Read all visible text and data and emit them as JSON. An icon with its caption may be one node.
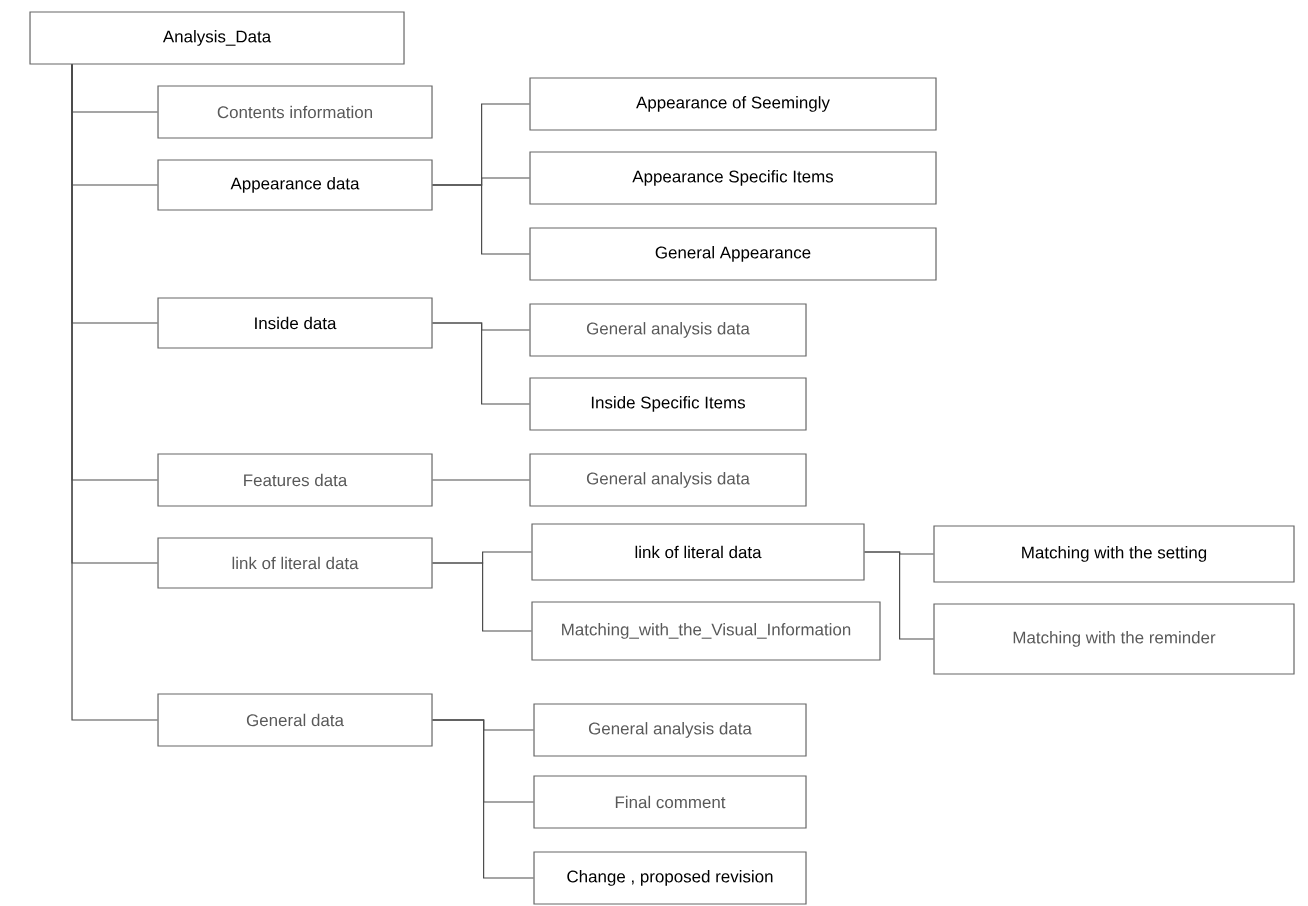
{
  "diagram": {
    "nodes": [
      {
        "text": [
          "Analysis_Data"
        ]
      },
      {
        "text": [
          "Contents information"
        ]
      },
      {
        "text": [
          "Appearance data"
        ]
      },
      {
        "text": [
          "Appearance of Seemingly"
        ]
      },
      {
        "text": [
          "Appearance Specific Items"
        ]
      },
      {
        "text": [
          "General Appearance"
        ]
      },
      {
        "text": [
          "Inside data"
        ]
      },
      {
        "text": [
          "General analysis data"
        ]
      },
      {
        "text": [
          "Inside Specific Items"
        ]
      },
      {
        "text": [
          "Features data"
        ]
      },
      {
        "text": [
          "General analysis data"
        ]
      },
      {
        "text": [
          "link of literal data"
        ]
      },
      {
        "text": [
          "link of literal data"
        ]
      },
      {
        "text": [
          "Matching_with_the_Visual_Information"
        ]
      },
      {
        "text": [
          "Matching with the setting"
        ]
      },
      {
        "text": [
          "Matching with the reminder"
        ]
      },
      {
        "text": [
          "General data"
        ]
      },
      {
        "text": [
          "General analysis data"
        ]
      },
      {
        "text": [
          "Final comment"
        ]
      },
      {
        "text": [
          "Change , proposed revision"
        ]
      }
    ],
    "edges": [
      {
        "from": 0,
        "to": 1,
        "arrow": "none"
      },
      {
        "from": 0,
        "to": 2,
        "arrow": "none"
      },
      {
        "from": 0,
        "to": 6,
        "arrow": "none"
      },
      {
        "from": 0,
        "to": 9,
        "arrow": "none"
      },
      {
        "from": 0,
        "to": 11,
        "arrow": "none"
      },
      {
        "from": 0,
        "to": 16,
        "arrow": "none"
      },
      {
        "from": 2,
        "to": 3,
        "arrow": "none"
      },
      {
        "from": 2,
        "to": 4,
        "arrow": "none"
      },
      {
        "from": 2,
        "to": 5,
        "arrow": "none"
      },
      {
        "from": 6,
        "to": 7,
        "arrow": "none"
      },
      {
        "from": 6,
        "to": 8,
        "arrow": "none"
      },
      {
        "from": 9,
        "to": 10,
        "arrow": "none"
      },
      {
        "from": 11,
        "to": 12,
        "arrow": "none"
      },
      {
        "from": 11,
        "to": 13,
        "arrow": "none"
      },
      {
        "from": 12,
        "to": 14,
        "arrow": "none"
      },
      {
        "from": 12,
        "to": 15,
        "arrow": "none"
      },
      {
        "from": 16,
        "to": 17,
        "arrow": "none"
      },
      {
        "from": 16,
        "to": 18,
        "arrow": "none"
      },
      {
        "from": 16,
        "to": 19,
        "arrow": "none"
      }
    ]
  }
}
